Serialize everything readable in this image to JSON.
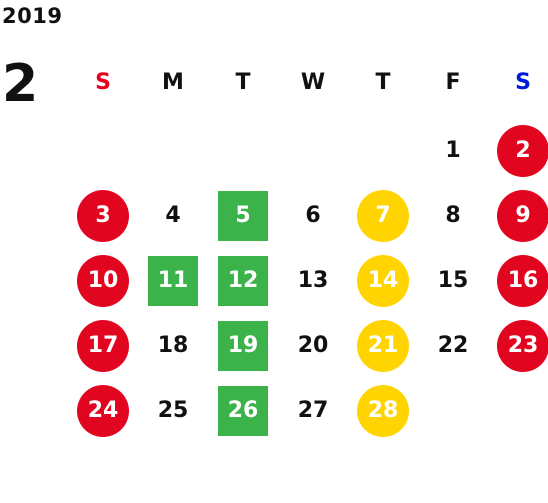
{
  "calendar": {
    "year": "2019",
    "month": "2",
    "weekdays": [
      {
        "label": "S",
        "color": "#e8001c"
      },
      {
        "label": "M",
        "color": "#111111"
      },
      {
        "label": "T",
        "color": "#111111"
      },
      {
        "label": "W",
        "color": "#111111"
      },
      {
        "label": "T",
        "color": "#111111"
      },
      {
        "label": "F",
        "color": "#111111"
      },
      {
        "label": "S",
        "color": "#0018d8"
      }
    ],
    "colors": {
      "red": "#e2051f",
      "yellow": "#ffd400",
      "green": "#3bb24a"
    },
    "weeks": [
      [
        null,
        null,
        null,
        null,
        null,
        {
          "d": "1",
          "s": "plain"
        },
        {
          "d": "2",
          "s": "red"
        }
      ],
      [
        {
          "d": "3",
          "s": "red"
        },
        {
          "d": "4",
          "s": "plain"
        },
        {
          "d": "5",
          "s": "green"
        },
        {
          "d": "6",
          "s": "plain"
        },
        {
          "d": "7",
          "s": "yellow"
        },
        {
          "d": "8",
          "s": "plain"
        },
        {
          "d": "9",
          "s": "red"
        }
      ],
      [
        {
          "d": "10",
          "s": "red"
        },
        {
          "d": "11",
          "s": "green"
        },
        {
          "d": "12",
          "s": "green"
        },
        {
          "d": "13",
          "s": "plain"
        },
        {
          "d": "14",
          "s": "yellow"
        },
        {
          "d": "15",
          "s": "plain"
        },
        {
          "d": "16",
          "s": "red"
        }
      ],
      [
        {
          "d": "17",
          "s": "red"
        },
        {
          "d": "18",
          "s": "plain"
        },
        {
          "d": "19",
          "s": "green"
        },
        {
          "d": "20",
          "s": "plain"
        },
        {
          "d": "21",
          "s": "yellow"
        },
        {
          "d": "22",
          "s": "plain"
        },
        {
          "d": "23",
          "s": "red"
        }
      ],
      [
        {
          "d": "24",
          "s": "red"
        },
        {
          "d": "25",
          "s": "plain"
        },
        {
          "d": "26",
          "s": "green"
        },
        {
          "d": "27",
          "s": "plain"
        },
        {
          "d": "28",
          "s": "yellow"
        },
        null,
        null
      ]
    ]
  }
}
